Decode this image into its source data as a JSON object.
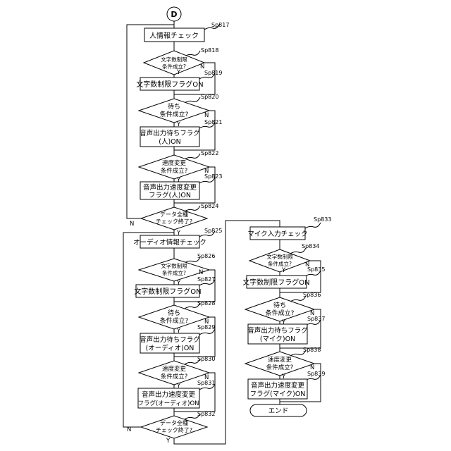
{
  "start_connector": "D",
  "yes": "Y",
  "no": "N",
  "left_column": {
    "person_check": {
      "step": "Sp817",
      "label": "人情報チェック"
    },
    "char_limit_cond": {
      "step": "Sp818",
      "line1": "文字数制限",
      "line2": "条件成立?"
    },
    "char_limit_flag": {
      "step": "Sp819",
      "label": "文字数制限フラグON"
    },
    "wait_cond": {
      "step": "Sp820",
      "line1": "待ち",
      "line2": "条件成立?"
    },
    "wait_flag": {
      "step": "Sp821",
      "line1": "音声出力待ちフラグ",
      "line2": "(人)ON"
    },
    "speed_cond": {
      "step": "Sp822",
      "line1": "速度変更",
      "line2": "条件成立?"
    },
    "speed_flag": {
      "step": "Sp823",
      "line1": "音声出力速度変更",
      "line2": "フラグ(人)ON"
    },
    "all_checked": {
      "step": "Sp824",
      "line1": "データ全種",
      "line2": "チェック終了?"
    },
    "audio_check": {
      "step": "Sp825",
      "label": "オーディオ情報チェック"
    },
    "char_limit_cond2": {
      "step": "Sp826",
      "line1": "文字数制限",
      "line2": "条件成立?"
    },
    "char_limit_flag2": {
      "step": "Sp827",
      "label": "文字数制限フラグON"
    },
    "wait_cond2": {
      "step": "Sp828",
      "line1": "待ち",
      "line2": "条件成立?"
    },
    "wait_flag2": {
      "step": "Sp829",
      "line1": "音声出力待ちフラグ",
      "line2": "(オーディオ)ON"
    },
    "speed_cond2": {
      "step": "Sp830",
      "line1": "速度変更",
      "line2": "条件成立?"
    },
    "speed_flag2": {
      "step": "Sp831",
      "line1": "音声出力速度変更",
      "line2": "フラグ(オーディオ)ON"
    },
    "all_checked2": {
      "step": "Sp832",
      "line1": "データ全種",
      "line2": "チェック終了?"
    }
  },
  "right_column": {
    "mic_check": {
      "step": "Sp833",
      "label": "マイク入力チェック"
    },
    "char_limit_cond3": {
      "step": "Sp834",
      "line1": "文字数制限",
      "line2": "条件成立?"
    },
    "char_limit_flag3": {
      "step": "Sp835",
      "label": "文字数制限フラグON"
    },
    "wait_cond3": {
      "step": "Sp836",
      "line1": "待ち",
      "line2": "条件成立?"
    },
    "wait_flag3": {
      "step": "Sp837",
      "line1": "音声出力待ちフラグ",
      "line2": "(マイク)ON"
    },
    "speed_cond3": {
      "step": "Sp838",
      "line1": "速度変更",
      "line2": "条件成立?"
    },
    "speed_flag3": {
      "step": "Sp839",
      "line1": "音声出力速度変更",
      "line2": "フラグ(マイク)ON"
    },
    "end": {
      "label": "エンド"
    }
  }
}
